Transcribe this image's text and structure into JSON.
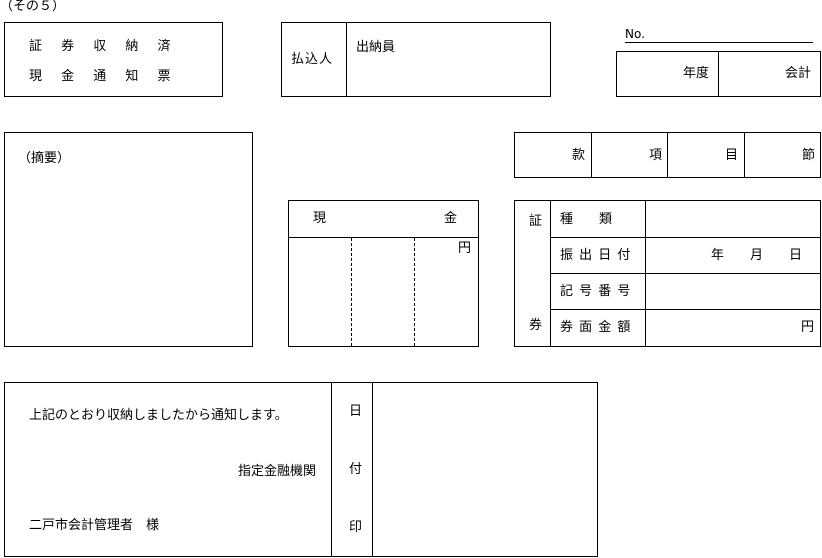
{
  "header": {
    "page_label": "（その５）"
  },
  "title_box": {
    "line1": "証 券 収 納 済",
    "line2": "現 金 通 知 票"
  },
  "payer": {
    "label": "払込人",
    "value": "出納員"
  },
  "number_block": {
    "no_label": "No.",
    "year_label": "年度",
    "account_label": "会計"
  },
  "summary": {
    "label": "（摘要）"
  },
  "budget": {
    "kan": "款",
    "kou": "項",
    "moku": "目",
    "setsu": "節"
  },
  "cash": {
    "header": [
      "現",
      "金"
    ],
    "unit": "円"
  },
  "securities": {
    "side_top": "証",
    "side_bottom": "券",
    "rows": [
      {
        "label": "種　　類",
        "value": ""
      },
      {
        "label": "振 出 日 付",
        "value": "年　　月　　日"
      },
      {
        "label": "記 号 番 号",
        "value": ""
      },
      {
        "label": "券 面 金 額",
        "value": "円"
      }
    ]
  },
  "notice": {
    "message": "上記のとおり収納しましたから通知します。",
    "bank": "指定金融機関",
    "addressee": "二戸市会計管理者　様",
    "stamp_chars": [
      "日",
      "付",
      "印"
    ]
  }
}
